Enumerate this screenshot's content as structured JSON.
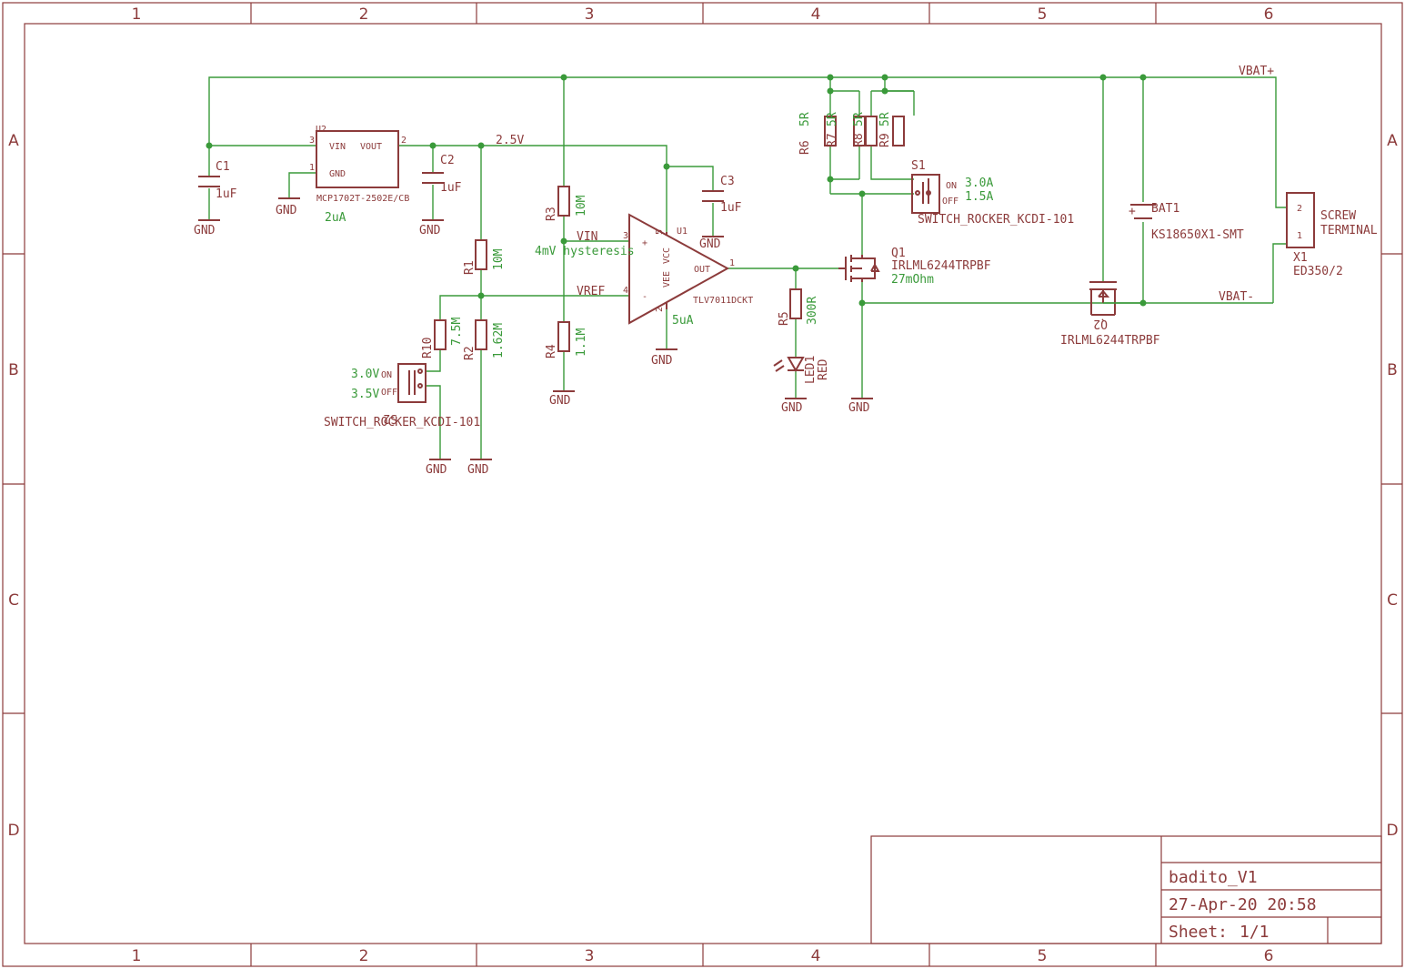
{
  "frame": {
    "columns": [
      "1",
      "2",
      "3",
      "4",
      "5",
      "6"
    ],
    "rows": [
      "A",
      "B",
      "C",
      "D"
    ]
  },
  "title_block": {
    "title": "badito_V1",
    "date": "27-Apr-20 20:58",
    "sheet_label": "Sheet:",
    "sheet_value": "1/1"
  },
  "nets": {
    "vbat_plus": "VBAT+",
    "vbat_minus": "VBAT-",
    "rail_2v5": "2.5V",
    "vin": "VIN",
    "vref": "VREF",
    "gnd": "GND"
  },
  "parts": {
    "u2": {
      "ref": "U2",
      "value": "MCP1702T-2502E/CB",
      "pin_vin": "VIN",
      "pin_vout": "VOUT",
      "pin_gnd": "GND",
      "pin3": "3",
      "pin2": "2",
      "pin1": "1",
      "note": "2uA"
    },
    "c1": {
      "ref": "C1",
      "value": "1uF"
    },
    "c2": {
      "ref": "C2",
      "value": "1uF"
    },
    "c3": {
      "ref": "C3",
      "value": "1uF"
    },
    "r1": {
      "ref": "R1",
      "value": "10M"
    },
    "r2": {
      "ref": "R2",
      "value": "1.62M"
    },
    "r3": {
      "ref": "R3",
      "value": "10M"
    },
    "r4": {
      "ref": "R4",
      "value": "1.1M"
    },
    "r5": {
      "ref": "R5",
      "value": "300R"
    },
    "r6": {
      "ref": "R6",
      "value": "5R"
    },
    "r7": {
      "ref": "R7",
      "value": "5R"
    },
    "r8": {
      "ref": "R8",
      "value": "5R"
    },
    "r9": {
      "ref": "R9",
      "value": "5R"
    },
    "r10": {
      "ref": "R10",
      "value": "7.5M"
    },
    "u1": {
      "ref": "U1",
      "value": "TLV7011DCKT",
      "plus": "+",
      "minus": "-",
      "vee": "VEE",
      "vcc": "VCC",
      "out": "OUT",
      "pin1": "1",
      "pin2": "2",
      "pin3": "3",
      "pin4": "4",
      "pin5": "5",
      "note": "5uA",
      "hysteresis": "4mV hysteresis"
    },
    "q1": {
      "ref": "Q1",
      "value": "IRLML6244TRPBF",
      "note": "27mOhm"
    },
    "q2": {
      "ref": "Q2",
      "value": "IRLML6244TRPBF"
    },
    "led1": {
      "ref": "LED1",
      "value": "RED"
    },
    "s1": {
      "ref": "S1",
      "value": "SWITCH_ROCKER_KCDI-101",
      "on": "ON",
      "off": "OFF",
      "on_val": "3.0A",
      "off_val": "1.5A"
    },
    "s2": {
      "ref": "S2",
      "value": "SWITCH_ROCKER_KCDI-101",
      "on": "ON",
      "off": "OFF",
      "on_val": "3.0V",
      "off_val": "3.5V"
    },
    "bat1": {
      "ref": "BAT1",
      "value": "KS18650X1-SMT"
    },
    "x1": {
      "ref": "X1",
      "value": "ED350/2",
      "label1": "SCREW",
      "label2": "TERMINAL",
      "pin2": "2",
      "pin1": "1"
    }
  }
}
